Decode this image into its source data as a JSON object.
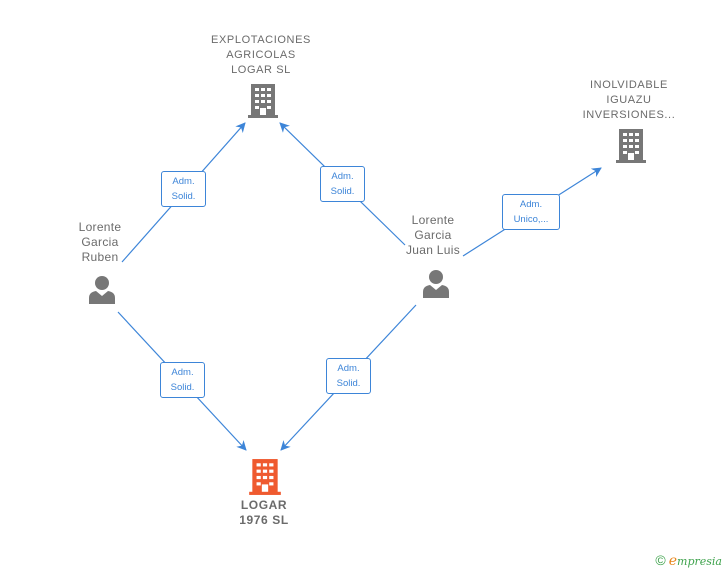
{
  "colors": {
    "edge": "#3d85d8",
    "company": "#777777",
    "main_company": "#ef5a2f",
    "person": "#777777"
  },
  "nodes": {
    "explotaciones": {
      "lines": [
        "EXPLOTACIONES",
        "AGRICOLAS",
        "LOGAR  SL"
      ],
      "icon": "building-icon"
    },
    "inolvidable": {
      "lines": [
        "INOLVIDABLE",
        "IGUAZU",
        "INVERSIONES..."
      ],
      "icon": "building-icon"
    },
    "logar": {
      "lines": [
        "LOGAR",
        "1976  SL"
      ],
      "icon": "building-icon"
    },
    "ruben": {
      "lines": [
        "Lorente",
        "Garcia",
        "Ruben"
      ],
      "icon": "person-icon"
    },
    "juan_luis": {
      "lines": [
        "Lorente",
        "Garcia",
        "Juan Luis"
      ],
      "icon": "person-icon"
    }
  },
  "edges": [
    {
      "from": "ruben",
      "to": "explotaciones",
      "label": [
        "Adm.",
        "Solid."
      ]
    },
    {
      "from": "juan_luis",
      "to": "explotaciones",
      "label": [
        "Adm.",
        "Solid."
      ]
    },
    {
      "from": "juan_luis",
      "to": "inolvidable",
      "label": [
        "Adm.",
        "Unico,..."
      ]
    },
    {
      "from": "ruben",
      "to": "logar",
      "label": [
        "Adm.",
        "Solid."
      ]
    },
    {
      "from": "juan_luis",
      "to": "logar",
      "label": [
        "Adm.",
        "Solid."
      ]
    }
  ],
  "footer": {
    "copyright": "©",
    "brand_initial": "e",
    "brand_rest": "mpresia"
  }
}
